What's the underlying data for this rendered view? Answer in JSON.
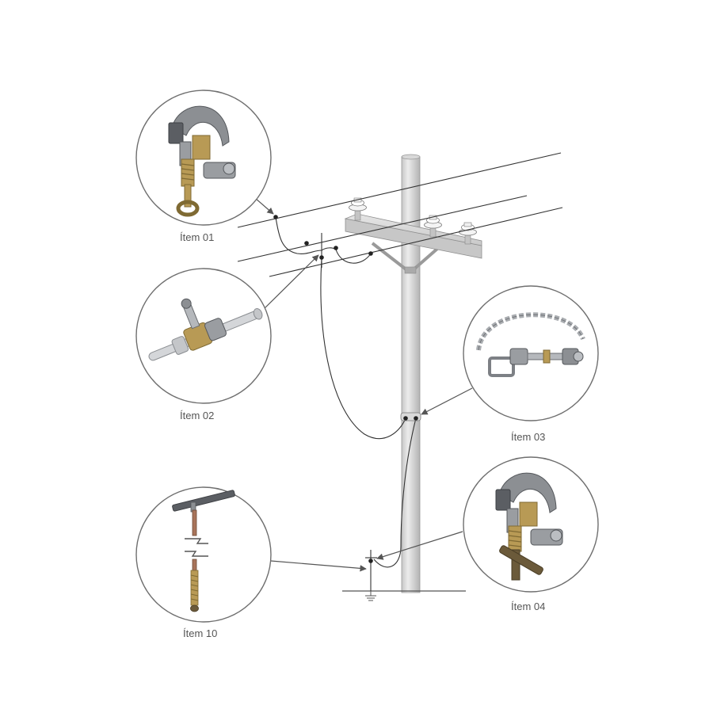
{
  "items": [
    {
      "id": "01",
      "label": "Ítem 01"
    },
    {
      "id": "02",
      "label": "Ítem 02"
    },
    {
      "id": "03",
      "label": "Ítem 03"
    },
    {
      "id": "04",
      "label": "Ítem 04"
    },
    {
      "id": "10",
      "label": "Ítem 10"
    }
  ],
  "colors": {
    "line": "#333333",
    "pole_light": "#e4e4e4",
    "pole_dark": "#b9b9b9",
    "circle_stroke": "#6f6f6f",
    "clamp_gray": "#8c8f93",
    "clamp_dark": "#4e5156",
    "brass": "#b89a55",
    "brass_dark": "#7f6a33",
    "chain": "#a9acb0",
    "rod_brown": "#6b5a3a"
  }
}
